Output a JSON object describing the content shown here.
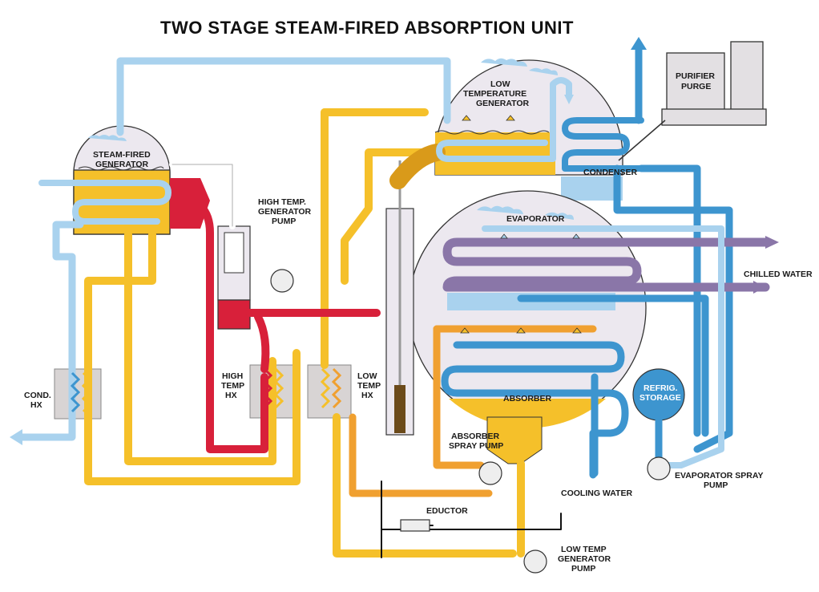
{
  "title": "TWO STAGE STEAM-FIRED ABSORPTION UNIT",
  "labels": {
    "steam_fired_generator": [
      "STEAM-FIRED",
      "GENERATOR"
    ],
    "low_temperature_generator": [
      "LOW",
      "TEMPERATURE",
      "GENERATOR"
    ],
    "purifier_purge": [
      "PURIFIER",
      "PURGE"
    ],
    "condenser": "CONDENSER",
    "high_temp_generator_pump": [
      "HIGH TEMP.",
      "GENERATOR",
      "PUMP"
    ],
    "evaporator": "EVAPORATOR",
    "chilled_water": "CHILLED WATER",
    "absorber": "ABSORBER",
    "refrig_storage": [
      "REFRIG.",
      "STORAGE"
    ],
    "cond_hx": [
      "COND.",
      "HX"
    ],
    "high_temp_hx": [
      "HIGH",
      "TEMP",
      "HX"
    ],
    "low_temp_hx": [
      "LOW",
      "TEMP",
      "HX"
    ],
    "absorber_spray_pump": [
      "ABSORBER",
      "SPRAY PUMP"
    ],
    "cooling_water": "COOLING WATER",
    "evaporator_spray_pump": [
      "EVAPORATOR SPRAY",
      "PUMP"
    ],
    "eductor": "EDUCTOR",
    "low_temp_generator_pump": [
      "LOW TEMP",
      "GENERATOR",
      "PUMP"
    ]
  },
  "colors": {
    "yellow": "#f5c02a",
    "yellow_dark": "#d99a1a",
    "orange": "#f0a030",
    "red": "#d8203a",
    "light_blue": "#a9d2ee",
    "blue": "#3d95cf",
    "purple": "#8a76a8",
    "vessel": "#ece8ef",
    "gray_hx": "#d8d4d4"
  }
}
